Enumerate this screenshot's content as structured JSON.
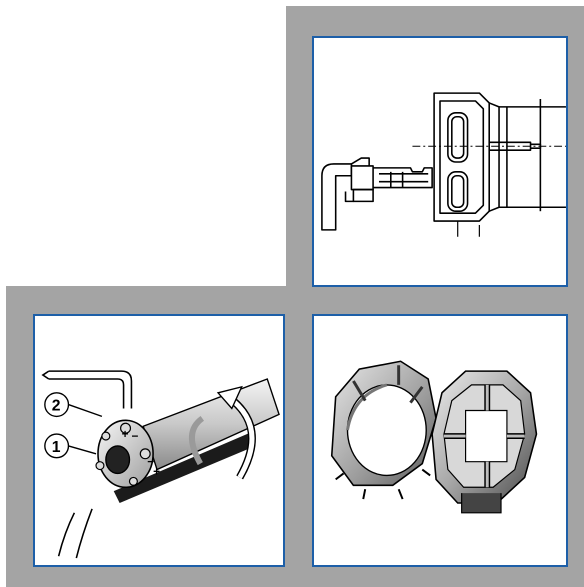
{
  "colors": {
    "frame_gray": "#a4a4a4",
    "panel_border": "#1d5fa8",
    "line": "#000000"
  },
  "panels": [
    {
      "id": "connector",
      "icon": "connector-plug-illustration"
    },
    {
      "id": "motor",
      "icon": "tubular-motor-adjustment-illustration"
    },
    {
      "id": "adapters",
      "icon": "octagonal-adapter-rings-illustration"
    }
  ],
  "motor_labels": {
    "badge_1": "1",
    "badge_2": "2",
    "minus": "−",
    "plus": "+",
    "minus_2": "−",
    "plus_2": "+"
  }
}
